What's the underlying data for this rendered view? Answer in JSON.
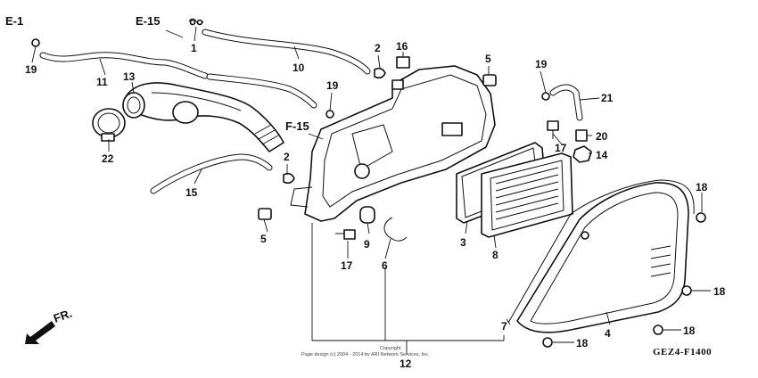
{
  "diagram": {
    "refs": {
      "e1": "E-1",
      "e15": "E-15",
      "f15": "F-15",
      "front": "FR."
    },
    "callouts": {
      "c1": "1",
      "c2a": "2",
      "c2b": "2",
      "c3": "3",
      "c4": "4",
      "c5a": "5",
      "c5b": "5",
      "c6": "6",
      "c7": "7",
      "c8": "8",
      "c9": "9",
      "c10": "10",
      "c11": "11",
      "c12": "12",
      "c13": "13",
      "c14": "14",
      "c15": "15",
      "c16": "16",
      "c17a": "17",
      "c17b": "17",
      "c18a": "18",
      "c18b": "18",
      "c18c": "18",
      "c18d": "18",
      "c19a": "19",
      "c19b": "19",
      "c19c": "19",
      "c20": "20",
      "c21": "21",
      "c22": "22"
    },
    "copyright_line1": "Copyright",
    "copyright_line2": "Page design (c) 2004 - 2014 by ARI Network Services, Inc.",
    "diagram_code": "GEZ4-F1400"
  }
}
